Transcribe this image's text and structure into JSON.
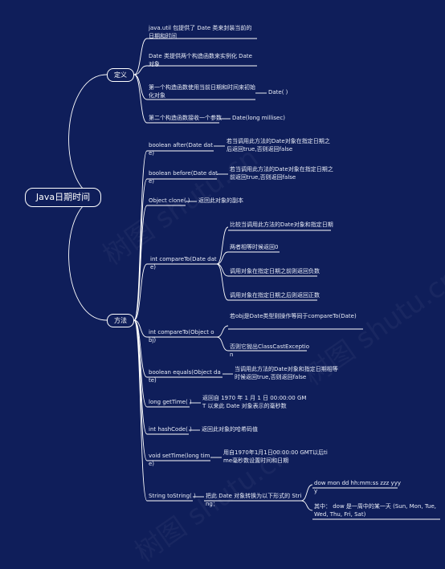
{
  "root": "Java日期时间",
  "def": {
    "label": "定义",
    "items": [
      "java.util 包提供了 Date 类来封装当前的日期和时间",
      " Date 类提供两个构造函数来实例化 Date 对象",
      "第一个构造函数使用当前日期和时间来初始化对象",
      "第二个构造函数接收一个参数"
    ],
    "c3": "Date( )",
    "c4": "Date(long millisec)"
  },
  "methods": {
    "label": "方法",
    "after": {
      "name": "boolean after(Date date)",
      "desc": "若当调用此方法的Date对象在指定日期之后返回true,否则返回false"
    },
    "before": {
      "name": "boolean before(Date date)",
      "desc": "若当调用此方法的Date对象在指定日期之前返回true,否则返回false"
    },
    "clone": {
      "name": "Object clone( )",
      "desc": "返回此对象的副本"
    },
    "compareTo": {
      "name": "int compareTo(Date date)",
      "items": [
        "比较当调用此方法的Date对象和指定日期",
        "两者相等时候返回0",
        "调用对象在指定日期之前则返回负数",
        "调用对象在指定日期之后则返回正数"
      ]
    },
    "compareToObj": {
      "name": "int compareTo(Object obj)",
      "items": [
        "若obj是Date类型则操作等同于compareTo(Date)",
        "否则它抛出ClassCastException"
      ]
    },
    "equals": {
      "name": "boolean equals(Object date)",
      "desc": "当调用此方法的Date对象和指定日期相等时候返回true,否则返回false"
    },
    "getTime": {
      "name": "long getTime( )",
      "desc": "返回自 1970 年 1 月 1 日 00:00:00 GMT 以来此 Date 对象表示的毫秒数"
    },
    "hashCode": {
      "name": "int hashCode( )",
      "desc": "返回此对象的哈希码值"
    },
    "setTime": {
      "name": "void setTime(long time)",
      "desc": "用自1970年1月1日00:00:00 GMT以后time毫秒数设置时间和日期"
    },
    "toString": {
      "name": "String toString( )",
      "desc": "把此 Date 对象转换为以下形式的 String：",
      "items": [
        "dow mon dd hh:mm:ss zzz yyyy",
        "其中： dow 是一周中的某一天 (Sun, Mon, Tue, Wed, Thu, Fri, Sat)"
      ]
    }
  },
  "watermark": "树图 shutu.cn",
  "colors": {
    "background": "#0f1e5a",
    "line": "#ffffff",
    "text": "#e9edf8"
  }
}
